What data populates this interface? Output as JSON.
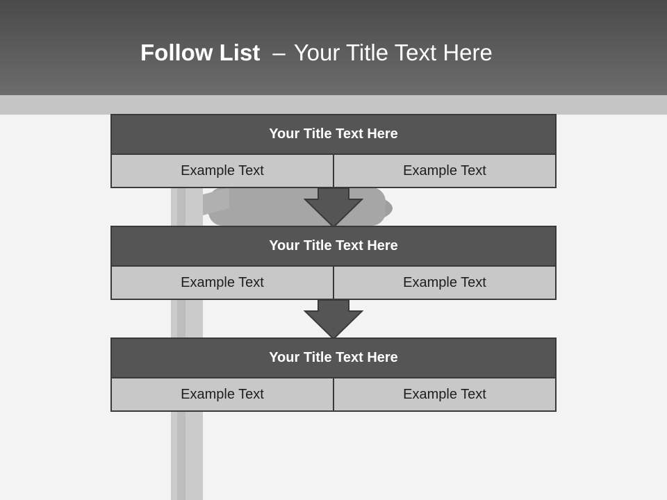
{
  "slide": {
    "title_bold": "Follow List",
    "title_separator": "–",
    "title_rest": "Your Title Text Here"
  },
  "blocks": [
    {
      "title": "Your Title Text Here",
      "left": "Example Text",
      "right": "Example Text"
    },
    {
      "title": "Your Title Text Here",
      "left": "Example Text",
      "right": "Example Text"
    },
    {
      "title": "Your Title Text Here",
      "left": "Example Text",
      "right": "Example Text"
    }
  ],
  "colors": {
    "header": "#5a5a5a",
    "block_title": "#555555",
    "block_cell": "#c8c8c8",
    "arrow": "#555555"
  },
  "icons": [
    "down-arrow-icon",
    "down-arrow-icon"
  ]
}
